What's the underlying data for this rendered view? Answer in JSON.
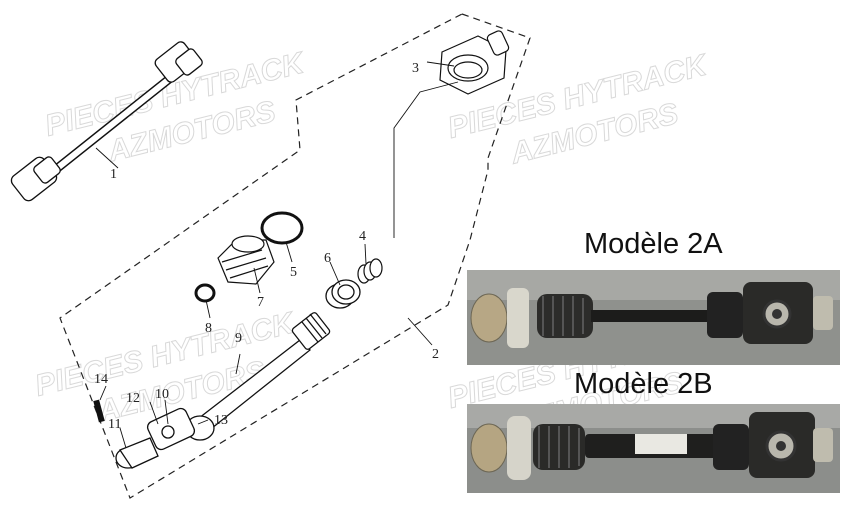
{
  "watermark": {
    "line1": "PIECES HYTRACK",
    "line2": "AZMOTORS"
  },
  "callouts": [
    "1",
    "2",
    "3",
    "4",
    "5",
    "6",
    "7",
    "8",
    "9",
    "10",
    "11",
    "12",
    "13",
    "14"
  ],
  "models": [
    {
      "label": "Modèle 2A"
    },
    {
      "label": "Modèle 2B"
    }
  ]
}
